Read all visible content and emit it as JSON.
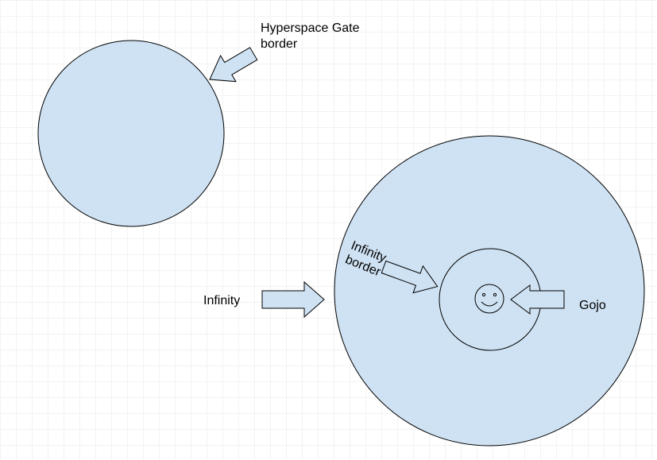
{
  "labels": {
    "hyperspace_gate_line1": "Hyperspace Gate",
    "hyperspace_gate_line2": "border",
    "infinity": "Infinity",
    "infinity_border_line1": "Infinity",
    "infinity_border_line2": "border",
    "gojo": "Gojo"
  },
  "colors": {
    "circle_fill": "#cfe2f3",
    "stroke": "#000000",
    "background_grid": "#f2f2f2"
  },
  "icons": {
    "face": "smiley-face-icon"
  }
}
